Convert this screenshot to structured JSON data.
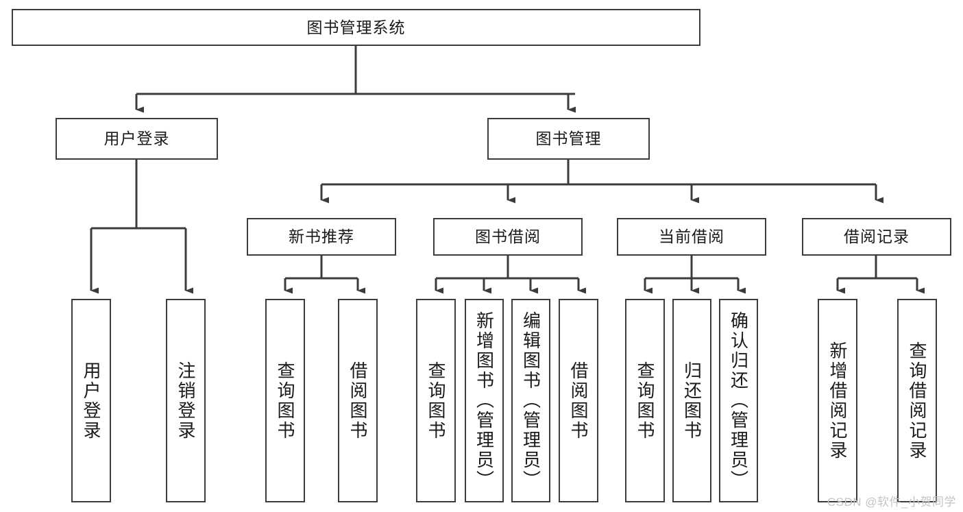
{
  "diagram": {
    "title": "图书管理系统",
    "type": "tree",
    "root": {
      "label": "图书管理系统"
    },
    "level2": [
      {
        "id": "user-login",
        "label": "用户登录"
      },
      {
        "id": "book-management",
        "label": "图书管理"
      }
    ],
    "level3": [
      {
        "id": "new-book-recommend",
        "label": "新书推荐",
        "parent": "book-management"
      },
      {
        "id": "book-borrow",
        "label": "图书借阅",
        "parent": "book-management"
      },
      {
        "id": "current-borrow",
        "label": "当前借阅",
        "parent": "book-management"
      },
      {
        "id": "borrow-record",
        "label": "借阅记录",
        "parent": "book-management"
      }
    ],
    "leaves": [
      {
        "id": "leaf-user-login",
        "label": "用户登录",
        "parent": "user-login"
      },
      {
        "id": "leaf-logout",
        "label": "注销登录",
        "parent": "user-login"
      },
      {
        "id": "leaf-query-book-1",
        "label": "查询图书",
        "parent": "new-book-recommend"
      },
      {
        "id": "leaf-borrow-book-1",
        "label": "借阅图书",
        "parent": "new-book-recommend"
      },
      {
        "id": "leaf-query-book-2",
        "label": "查询图书",
        "parent": "book-borrow"
      },
      {
        "id": "leaf-add-book",
        "label": "新增图书（管理员）",
        "parent": "book-borrow"
      },
      {
        "id": "leaf-edit-book",
        "label": "编辑图书（管理员）",
        "parent": "book-borrow"
      },
      {
        "id": "leaf-borrow-book-2",
        "label": "借阅图书",
        "parent": "book-borrow"
      },
      {
        "id": "leaf-query-book-3",
        "label": "查询图书",
        "parent": "current-borrow"
      },
      {
        "id": "leaf-return-book",
        "label": "归还图书",
        "parent": "current-borrow"
      },
      {
        "id": "leaf-confirm-return",
        "label": "确认归还（管理员）",
        "parent": "current-borrow"
      },
      {
        "id": "leaf-add-record",
        "label": "新增借阅记录",
        "parent": "borrow-record"
      },
      {
        "id": "leaf-query-record",
        "label": "查询借阅记录",
        "parent": "borrow-record"
      }
    ],
    "colors": {
      "stroke": "#3b3b3b",
      "fill": "#ffffff",
      "text": "#1a1a1a",
      "watermark": "#c4c4c4"
    }
  },
  "watermark": {
    "text": "CSDN @软件_小贺同学"
  }
}
